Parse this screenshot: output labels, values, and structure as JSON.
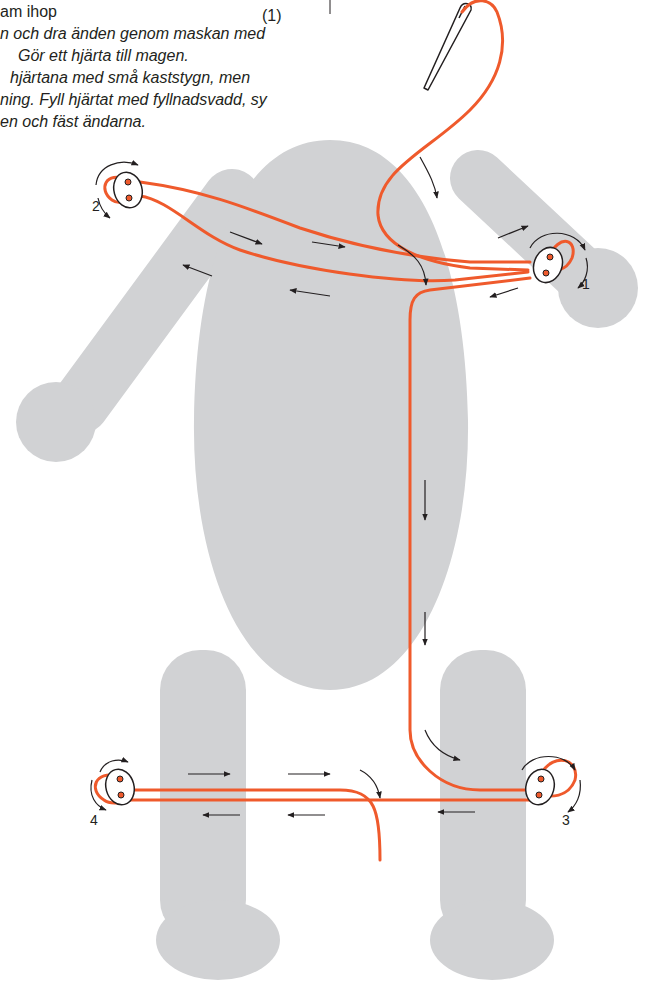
{
  "diagram": {
    "labels": [
      "am ihop",
      "(1)",
      "n och dra änden genom maskan med",
      "Gör ett hjärta till magen.",
      "hjärtana med små kaststygn, men",
      "ning. Fyll hjärtat med fyllnadsvadd, sy",
      "en och fäst ändarna.",
      "2",
      "1",
      "4",
      "3"
    ]
  }
}
